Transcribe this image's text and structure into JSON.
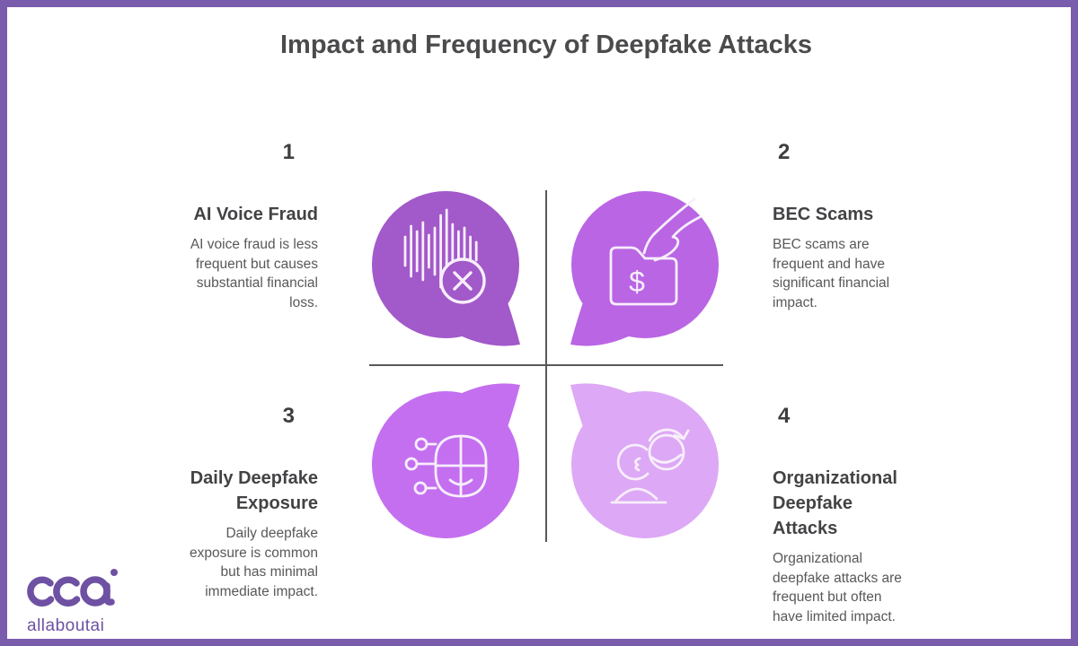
{
  "header": {
    "title": "Impact and Frequency of Deepfake Attacks"
  },
  "quadrants": [
    {
      "number": "1",
      "title": "AI Voice Fraud",
      "description": "AI voice fraud is less frequent but causes substantial financial loss.",
      "bubble_color": "#a259c9",
      "icon": "voice-wave-cancel-icon"
    },
    {
      "number": "2",
      "title": "BEC Scams",
      "description": "BEC scams are frequent and have significant financial impact.",
      "bubble_color": "#b965e4",
      "icon": "money-folder-hand-icon"
    },
    {
      "number": "3",
      "title": "Daily Deepfake Exposure",
      "description": "Daily deepfake exposure is common but has minimal immediate impact.",
      "bubble_color": "#c46ff0",
      "icon": "deepfake-face-circuit-icon"
    },
    {
      "number": "4",
      "title": "Organizational Deepfake Attacks",
      "description": "Organizational deepfake attacks are frequent but often have limited impact.",
      "bubble_color": "#dda8f5",
      "icon": "face-swap-icon"
    }
  ],
  "footer": {
    "brand": "allaboutai"
  },
  "colors": {
    "frame_border": "#7a5cad",
    "divider_line": "#58585a",
    "icon_stroke": "#f8eefc",
    "logo_purple": "#6e51a3",
    "title_text": "#4b4b4d",
    "body_text": "#58585b"
  }
}
